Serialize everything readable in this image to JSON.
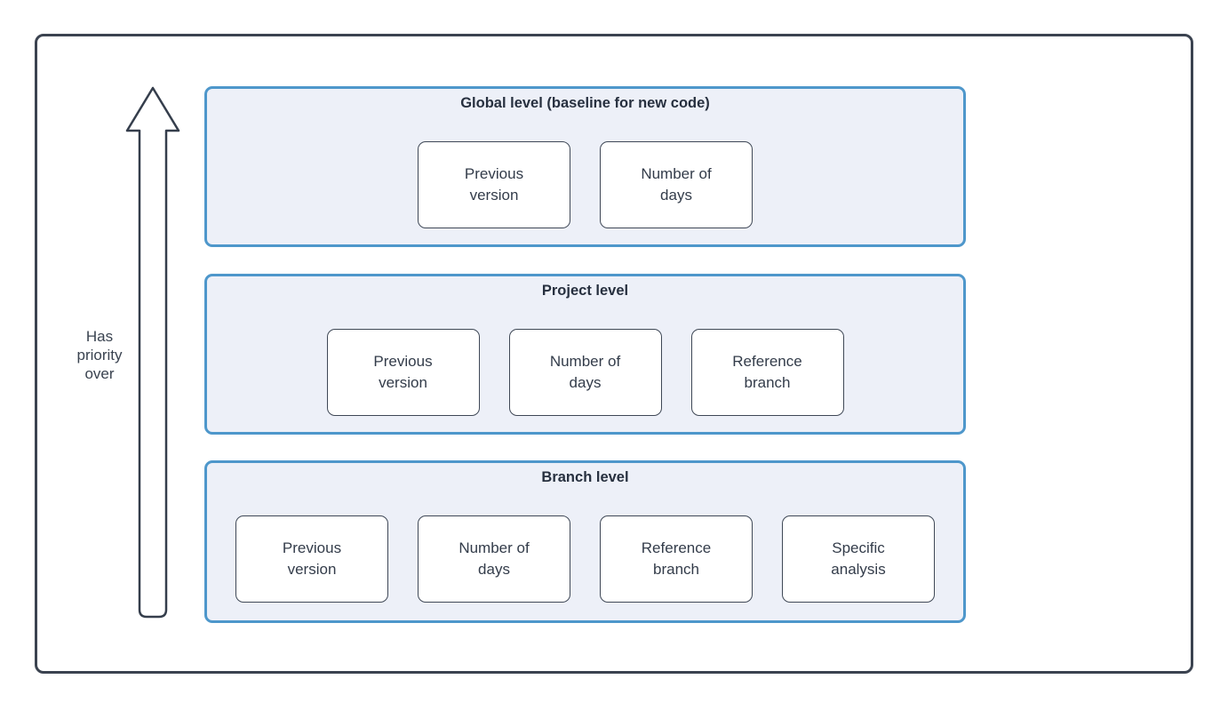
{
  "diagram": {
    "arrow": {
      "icon": "up-arrow-icon",
      "direction": "up",
      "label": "Has priority over"
    },
    "levels": [
      {
        "id": "global",
        "title": "Global level (baseline for new code)",
        "boxes": [
          "Previous version",
          "Number of days"
        ]
      },
      {
        "id": "project",
        "title": "Project level",
        "boxes": [
          "Previous version",
          "Number of days",
          "Reference branch"
        ]
      },
      {
        "id": "branch",
        "title": "Branch level",
        "boxes": [
          "Previous version",
          "Number of days",
          "Reference branch",
          "Specific analysis"
        ]
      }
    ],
    "colors": {
      "frame_border": "#3b4350",
      "section_border": "#4e97cb",
      "section_fill": "#edf0f8",
      "node_border": "#3f4856",
      "node_fill": "#ffffff",
      "text": "#333c4a",
      "title_text": "#27303f"
    }
  }
}
